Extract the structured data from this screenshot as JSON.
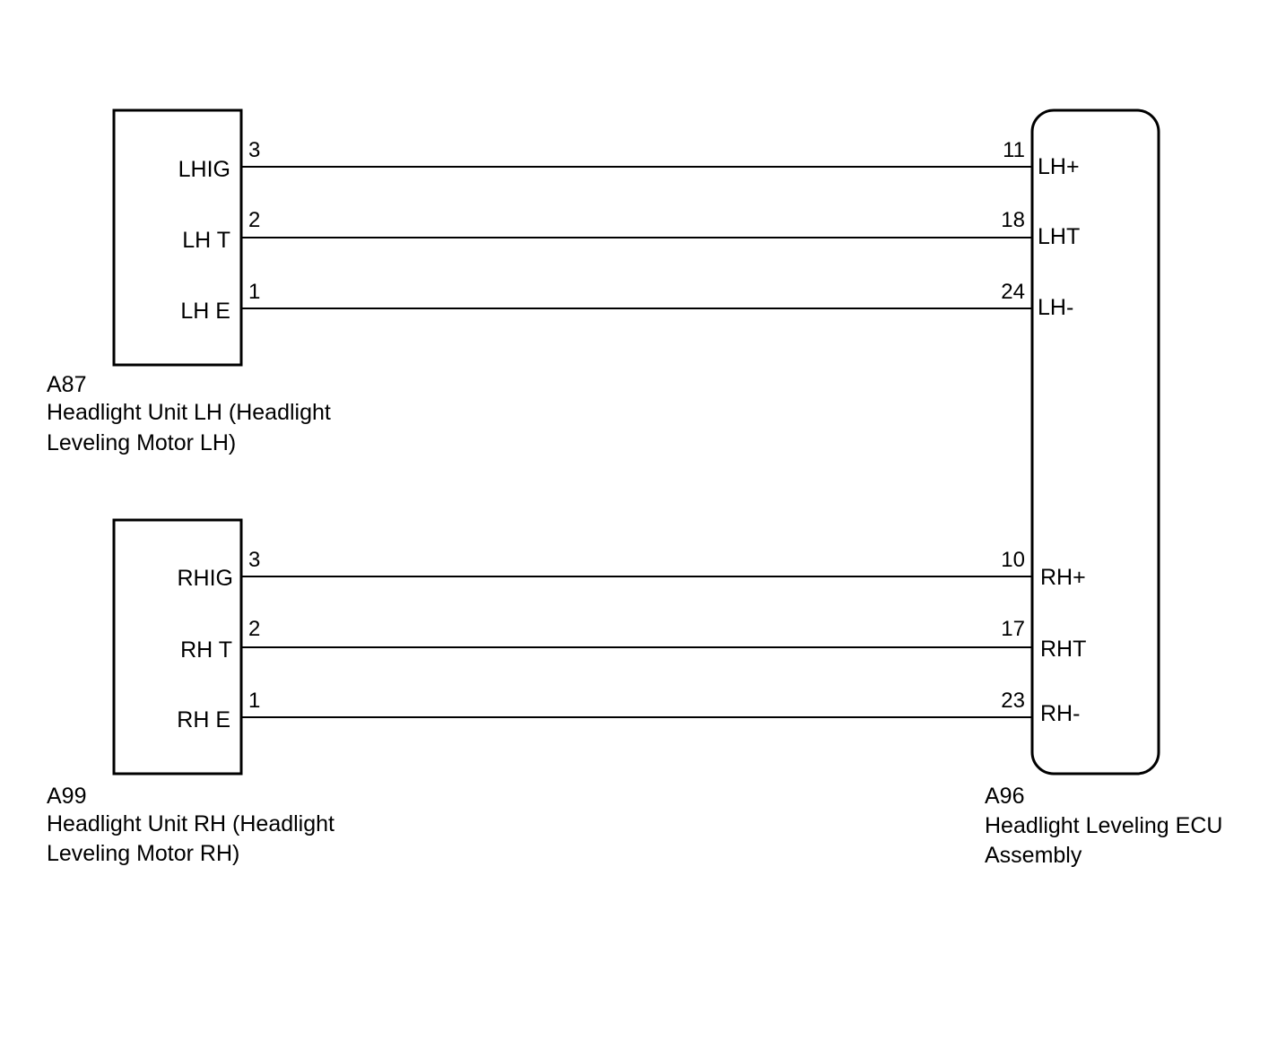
{
  "connectors": {
    "lh_unit": {
      "code": "A87",
      "name_line1": "Headlight Unit LH (Headlight",
      "name_line2": "Leveling Motor LH)",
      "pins": [
        {
          "label": "LHIG",
          "number": "3"
        },
        {
          "label": "LH T",
          "number": "2"
        },
        {
          "label": "LH E",
          "number": "1"
        }
      ]
    },
    "rh_unit": {
      "code": "A99",
      "name_line1": "Headlight Unit RH (Headlight",
      "name_line2": "Leveling Motor RH)",
      "pins": [
        {
          "label": "RHIG",
          "number": "3"
        },
        {
          "label": "RH T",
          "number": "2"
        },
        {
          "label": "RH E",
          "number": "1"
        }
      ]
    },
    "ecu": {
      "code": "A96",
      "name_line1": "Headlight Leveling ECU",
      "name_line2": "Assembly",
      "pins": [
        {
          "label": "LH+",
          "number": "11"
        },
        {
          "label": "LHT",
          "number": "18"
        },
        {
          "label": "LH-",
          "number": "24"
        },
        {
          "label": "RH+",
          "number": "10"
        },
        {
          "label": "RHT",
          "number": "17"
        },
        {
          "label": "RH-",
          "number": "23"
        }
      ]
    }
  },
  "colors": {
    "line": "#000000",
    "background": "#ffffff"
  }
}
